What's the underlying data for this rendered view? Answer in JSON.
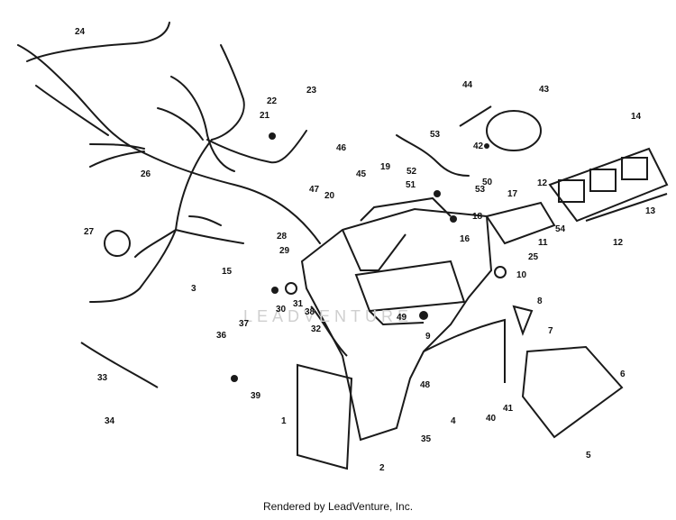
{
  "diagram": {
    "watermark": "LEADVENTURE",
    "footer": "Rendered by LeadVenture, Inc.",
    "part_labels": [
      "1",
      "2",
      "3",
      "4",
      "5",
      "6",
      "7",
      "8",
      "9",
      "10",
      "11",
      "12",
      "13",
      "14",
      "15",
      "16",
      "17",
      "18",
      "19",
      "20",
      "21",
      "22",
      "23",
      "24",
      "25",
      "26",
      "27",
      "28",
      "29",
      "30",
      "31",
      "32",
      "33",
      "34",
      "35",
      "36",
      "37",
      "38",
      "39",
      "40",
      "41",
      "42",
      "43",
      "44",
      "45",
      "46",
      "47",
      "48",
      "49",
      "50",
      "51",
      "52",
      "53",
      "54"
    ],
    "colors": {
      "line": "#1a1a1a",
      "background": "#ffffff"
    }
  }
}
